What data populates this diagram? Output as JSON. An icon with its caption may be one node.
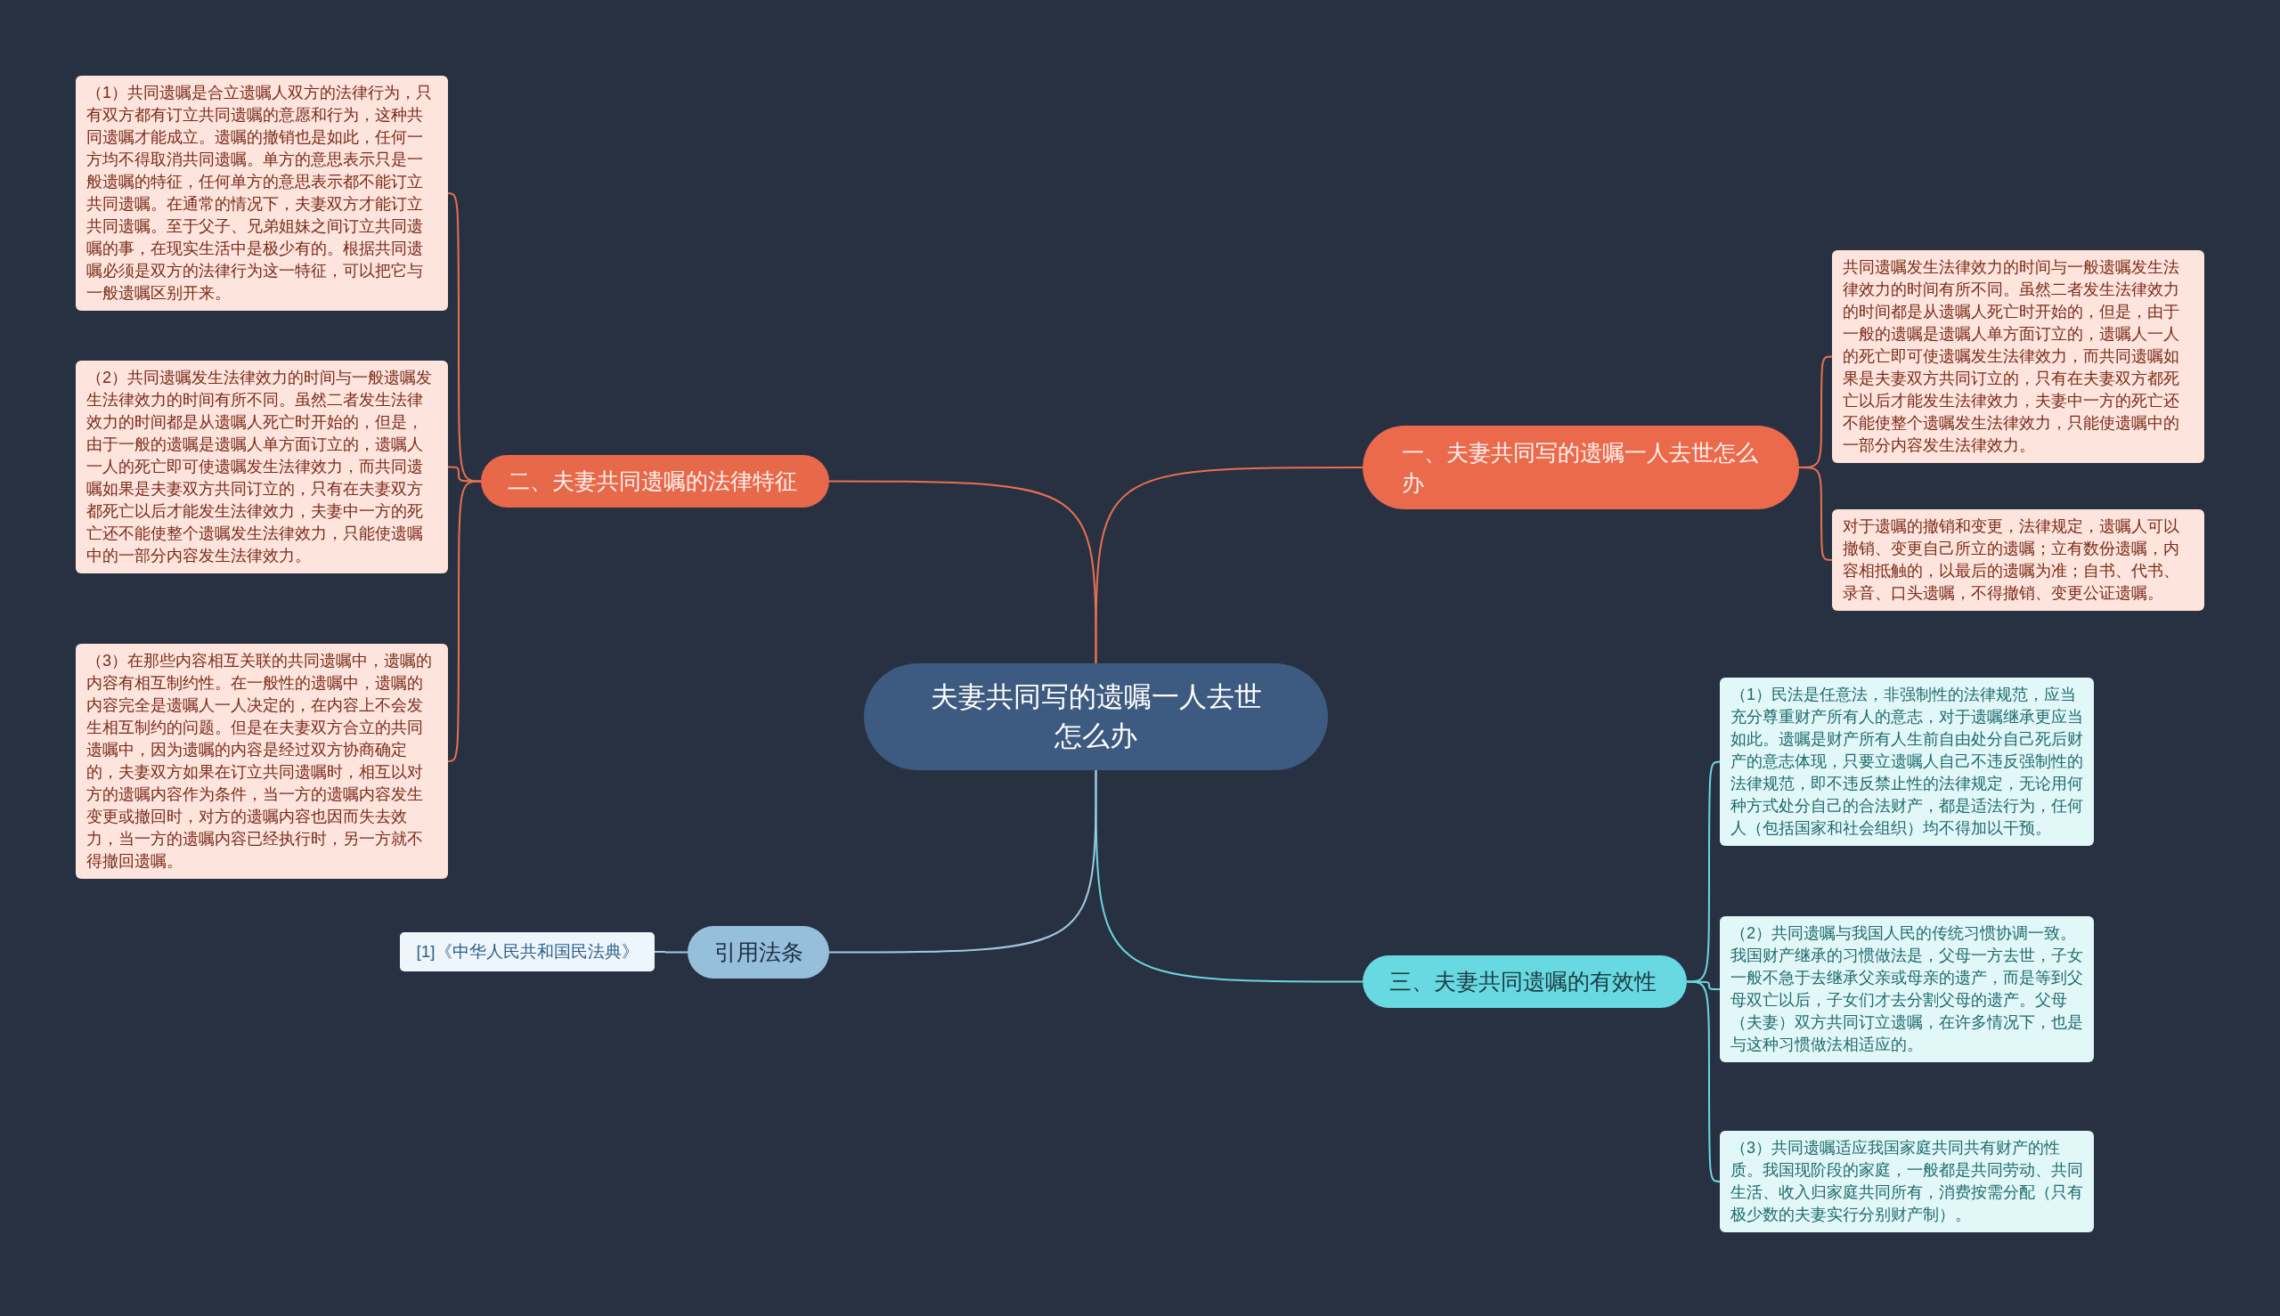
{
  "diagram": {
    "nodes": [
      {
        "text": [
          "夫妻共同写的遗嘱一人去世怎么办"
        ]
      },
      {
        "text": [
          "一、夫妻共同写的遗嘱一人去世怎么办"
        ]
      },
      {
        "text": [
          "共同遗嘱发生法律效力的时间与一般遗嘱发生法律效力的时间有所不同。虽然二者发生法律效力的时间都是从遗嘱人死亡时开始的，但是，由于一般的遗嘱是遗嘱人单方面订立的，遗嘱人一人的死亡即可使遗嘱发生法律效力，而共同遗嘱如果是夫妻双方共同订立的，只有在夫妻双方都死亡以后才能发生法律效力，夫妻中一方的死亡还不能使整个遗嘱发生法律效力，只能使遗嘱中的一部分内容发生法律效力。"
        ]
      },
      {
        "text": [
          "对于遗嘱的撤销和变更，法律规定，遗嘱人可以撤销、变更自己所立的遗嘱；立有数份遗嘱，内容相抵触的，以最后的遗嘱为准；自书、代书、录音、口头遗嘱，不得撤销、变更公证遗嘱。"
        ]
      },
      {
        "text": [
          "二、夫妻共同遗嘱的法律特征"
        ]
      },
      {
        "text": [
          "（1）共同遗嘱是合立遗嘱人双方的法律行为，只有双方都有订立共同遗嘱的意愿和行为，这种共同遗嘱才能成立。遗嘱的撤销也是如此，任何一方均不得取消共同遗嘱。单方的意思表示只是一般遗嘱的特征，任何单方的意思表示都不能订立共同遗嘱。在通常的情况下，夫妻双方才能订立共同遗嘱。至于父子、兄弟姐妹之间订立共同遗嘱的事，在现实生活中是极少有的。根据共同遗嘱必须是双方的法律行为这一特征，可以把它与一般遗嘱区别开来。"
        ]
      },
      {
        "text": [
          "（2）共同遗嘱发生法律效力的时间与一般遗嘱发生法律效力的时间有所不同。虽然二者发生法律效力的时间都是从遗嘱人死亡时开始的，但是，由于一般的遗嘱是遗嘱人单方面订立的，遗嘱人一人的死亡即可使遗嘱发生法律效力，而共同遗嘱如果是夫妻双方共同订立的，只有在夫妻双方都死亡以后才能发生法律效力，夫妻中一方的死亡还不能使整个遗嘱发生法律效力，只能使遗嘱中的一部分内容发生法律效力。"
        ]
      },
      {
        "text": [
          "（3）在那些内容相互关联的共同遗嘱中，遗嘱的内容有相互制约性。在一般性的遗嘱中，遗嘱的内容完全是遗嘱人一人决定的，在内容上不会发生相互制约的问题。但是在夫妻双方合立的共同遗嘱中，因为遗嘱的内容是经过双方协商确定的，夫妻双方如果在订立共同遗嘱时，相互以对方的遗嘱内容作为条件，当一方的遗嘱内容发生变更或撤回时，对方的遗嘱内容也因而失去效力，当一方的遗嘱内容已经执行时，另一方就不得撤回遗嘱。"
        ]
      },
      {
        "text": [
          "三、夫妻共同遗嘱的有效性"
        ]
      },
      {
        "text": [
          "（1）民法是任意法，非强制性的法律规范，应当充分尊重财产所有人的意志，对于遗嘱继承更应当如此。遗嘱是财产所有人生前自由处分自己死后财产的意志体现，只要立遗嘱人自己不违反强制性的法律规范，即不违反禁止性的法律规定，无论用何种方式处分自己的合法财产，都是适法行为，任何人（包括国家和社会组织）均不得加以干预。"
        ]
      },
      {
        "text": [
          "（2）共同遗嘱与我国人民的传统习惯协调一致。我国财产继承的习惯做法是，父母一方去世，子女一般不急于去继承父亲或母亲的遗产，而是等到父母双亡以后，子女们才去分割父母的遗产。父母（夫妻）双方共同订立遗嘱，在许多情况下，也是与这种习惯做法相适应的。"
        ]
      },
      {
        "text": [
          "（3）共同遗嘱适应我国家庭共同共有财产的性质。我国现阶段的家庭，一般都是共同劳动、共同生活、收入归家庭共同所有，消费按需分配（只有极少数的夫妻实行分别财产制）。"
        ]
      },
      {
        "text": [
          "引用法条"
        ]
      },
      {
        "text": [
          "[1]《中华人民共和国民法典》"
        ]
      }
    ],
    "edges": [
      {
        "from": 0,
        "to": 1,
        "arrow": "none"
      },
      {
        "from": 1,
        "to": 2,
        "arrow": "none"
      },
      {
        "from": 1,
        "to": 3,
        "arrow": "none"
      },
      {
        "from": 0,
        "to": 4,
        "arrow": "none"
      },
      {
        "from": 4,
        "to": 5,
        "arrow": "none"
      },
      {
        "from": 4,
        "to": 6,
        "arrow": "none"
      },
      {
        "from": 4,
        "to": 7,
        "arrow": "none"
      },
      {
        "from": 0,
        "to": 8,
        "arrow": "none",
        "color": "#6cd6de"
      },
      {
        "from": 8,
        "to": 9,
        "arrow": "none",
        "color": "#6cd6de"
      },
      {
        "from": 8,
        "to": 10,
        "arrow": "none",
        "color": "#6cd6de"
      },
      {
        "from": 8,
        "to": 11,
        "arrow": "none",
        "color": "#6cd6de"
      },
      {
        "from": 0,
        "to": 12,
        "arrow": "none",
        "color": "#a3c8e2"
      },
      {
        "from": 12,
        "to": 13,
        "arrow": "none",
        "color": "#a3c8e2"
      }
    ]
  }
}
